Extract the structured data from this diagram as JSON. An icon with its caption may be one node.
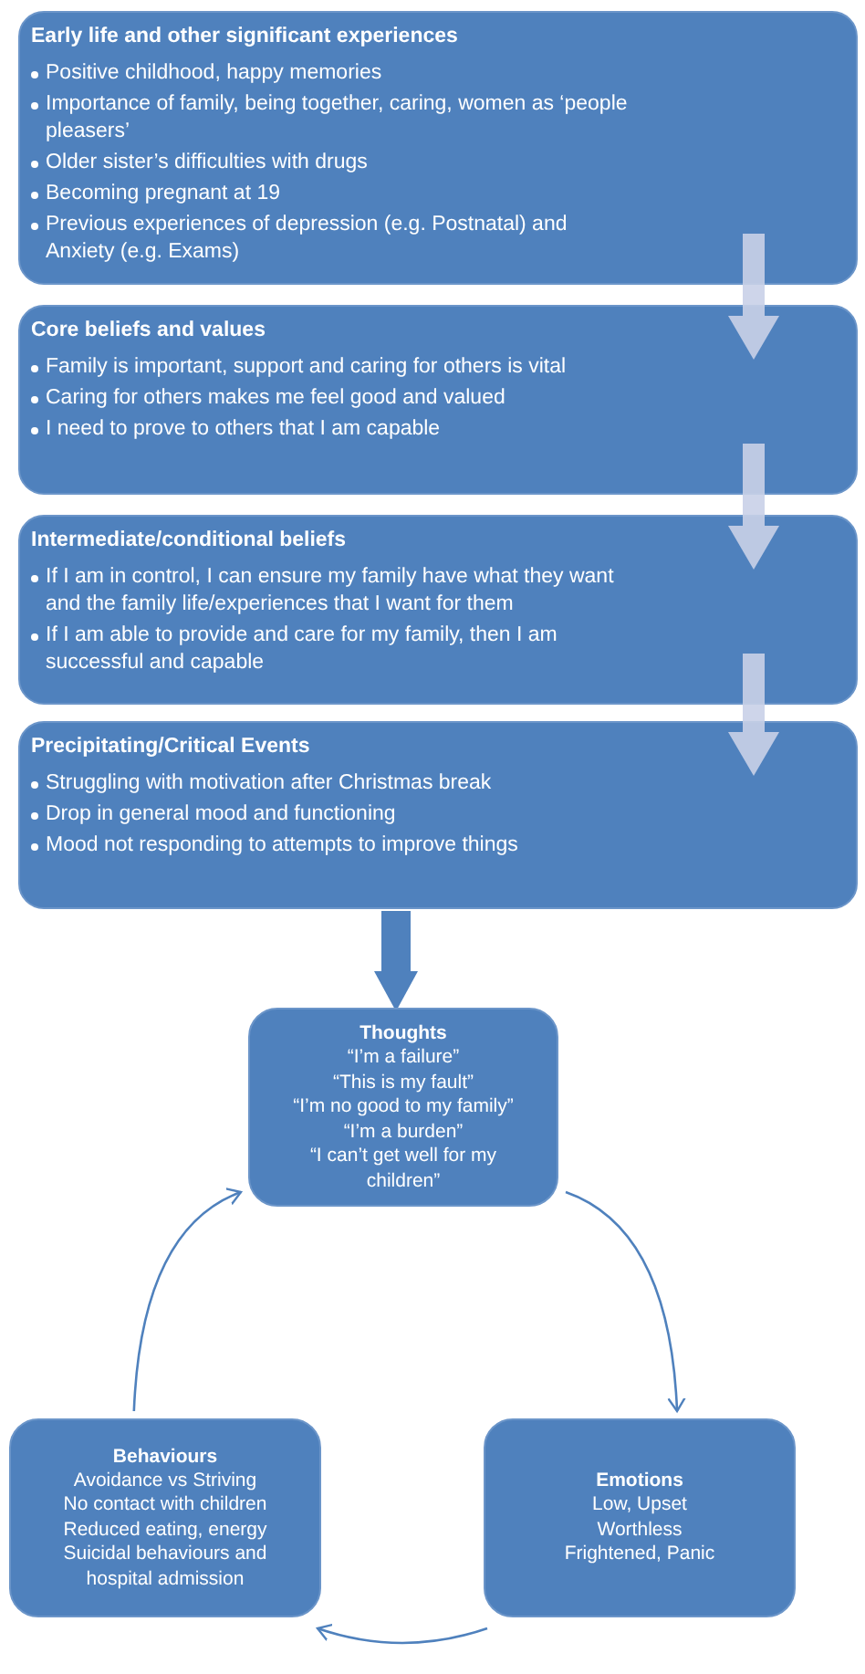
{
  "diagram": {
    "nodes": [
      {
        "text": [
          "Early life and other significant experiences",
          "Positive childhood, happy memories",
          "Importance of family, being together, caring, women as ‘people pleasers’",
          "Older sister’s difficulties with drugs",
          "Becoming pregnant at 19",
          "Previous experiences of depression (e.g. Postnatal) and Anxiety (e.g. Exams)"
        ]
      },
      {
        "text": [
          "Core beliefs and values",
          "Family is important, support and caring for others is vital",
          "Caring for others makes me feel good and valued",
          "I need to prove to others that I am capable"
        ]
      },
      {
        "text": [
          "Intermediate/conditional beliefs",
          "If I am in control, I can ensure my family have what they want and the family life/experiences that I want for them",
          "If I am able to provide and care for my family, then I am successful and capable"
        ]
      },
      {
        "text": [
          "Precipitating/Critical Events",
          "Struggling with motivation after Christmas break",
          "Drop in general mood and functioning",
          "Mood not responding to attempts to improve things"
        ]
      },
      {
        "text": [
          "Thoughts",
          "“I’m a failure”",
          "“This is my fault”",
          "“I’m no good to my family”",
          "“I’m a burden”",
          "“I can’t get well for my children”"
        ]
      },
      {
        "text": [
          "Behaviours",
          "Avoidance vs Striving",
          "No contact with children",
          "Reduced eating, energy",
          "Suicidal behaviours and hospital admission"
        ]
      },
      {
        "text": [
          "Emotions",
          "Low, Upset",
          "Worthless",
          "Frightened, Panic"
        ]
      }
    ],
    "edges": [
      {
        "from": 0,
        "to": 1,
        "arrow": "to",
        "color": "#c9d1e8"
      },
      {
        "from": 1,
        "to": 2,
        "arrow": "to",
        "color": "#c9d1e8"
      },
      {
        "from": 2,
        "to": 3,
        "arrow": "to",
        "color": "#c9d1e8"
      },
      {
        "from": 3,
        "to": 4,
        "arrow": "to"
      },
      {
        "from": 4,
        "to": 6,
        "arrow": "to"
      },
      {
        "from": 6,
        "to": 5,
        "arrow": "to"
      },
      {
        "from": 5,
        "to": 4,
        "arrow": "to"
      }
    ]
  }
}
